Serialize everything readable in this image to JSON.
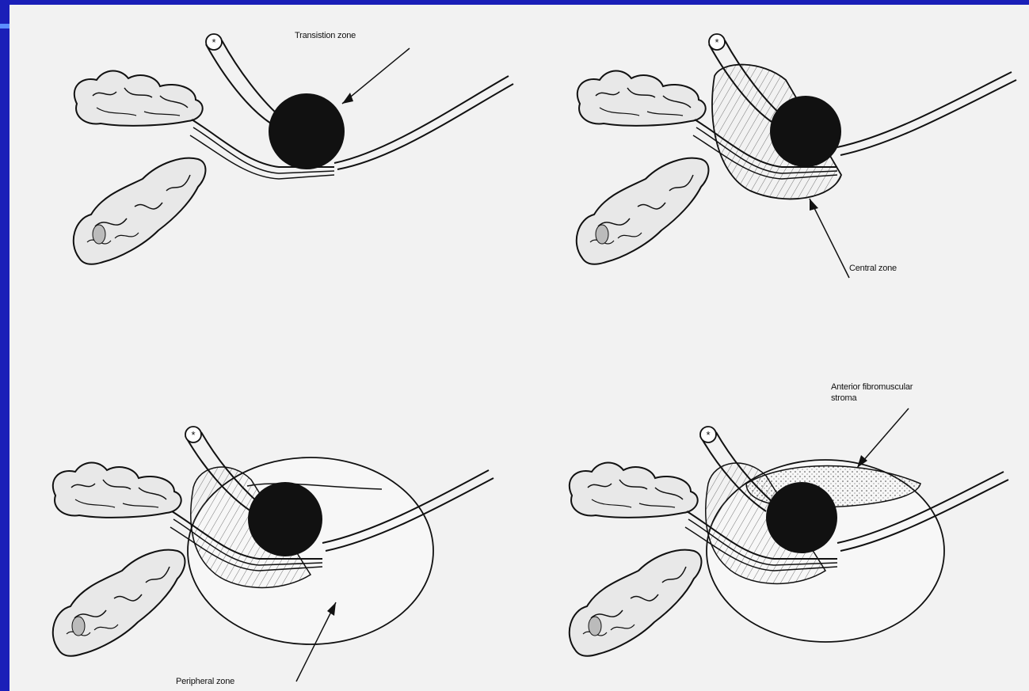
{
  "figure": {
    "labels": {
      "transition_zone": "Transistion zone",
      "central_zone": "Central zone",
      "anterior_fibromuscular_stroma": [
        "Anterior fibromuscular",
        "stroma"
      ],
      "peripheral_zone": "Peripheral zone"
    },
    "colors": {
      "background": "#1a1fb8",
      "panel": "#f2f2f2",
      "ink": "#111111",
      "zone_fill": "#111111"
    },
    "panels": [
      "transition-zone",
      "central-zone",
      "peripheral-zone",
      "anterior-fibromuscular-stroma"
    ]
  }
}
